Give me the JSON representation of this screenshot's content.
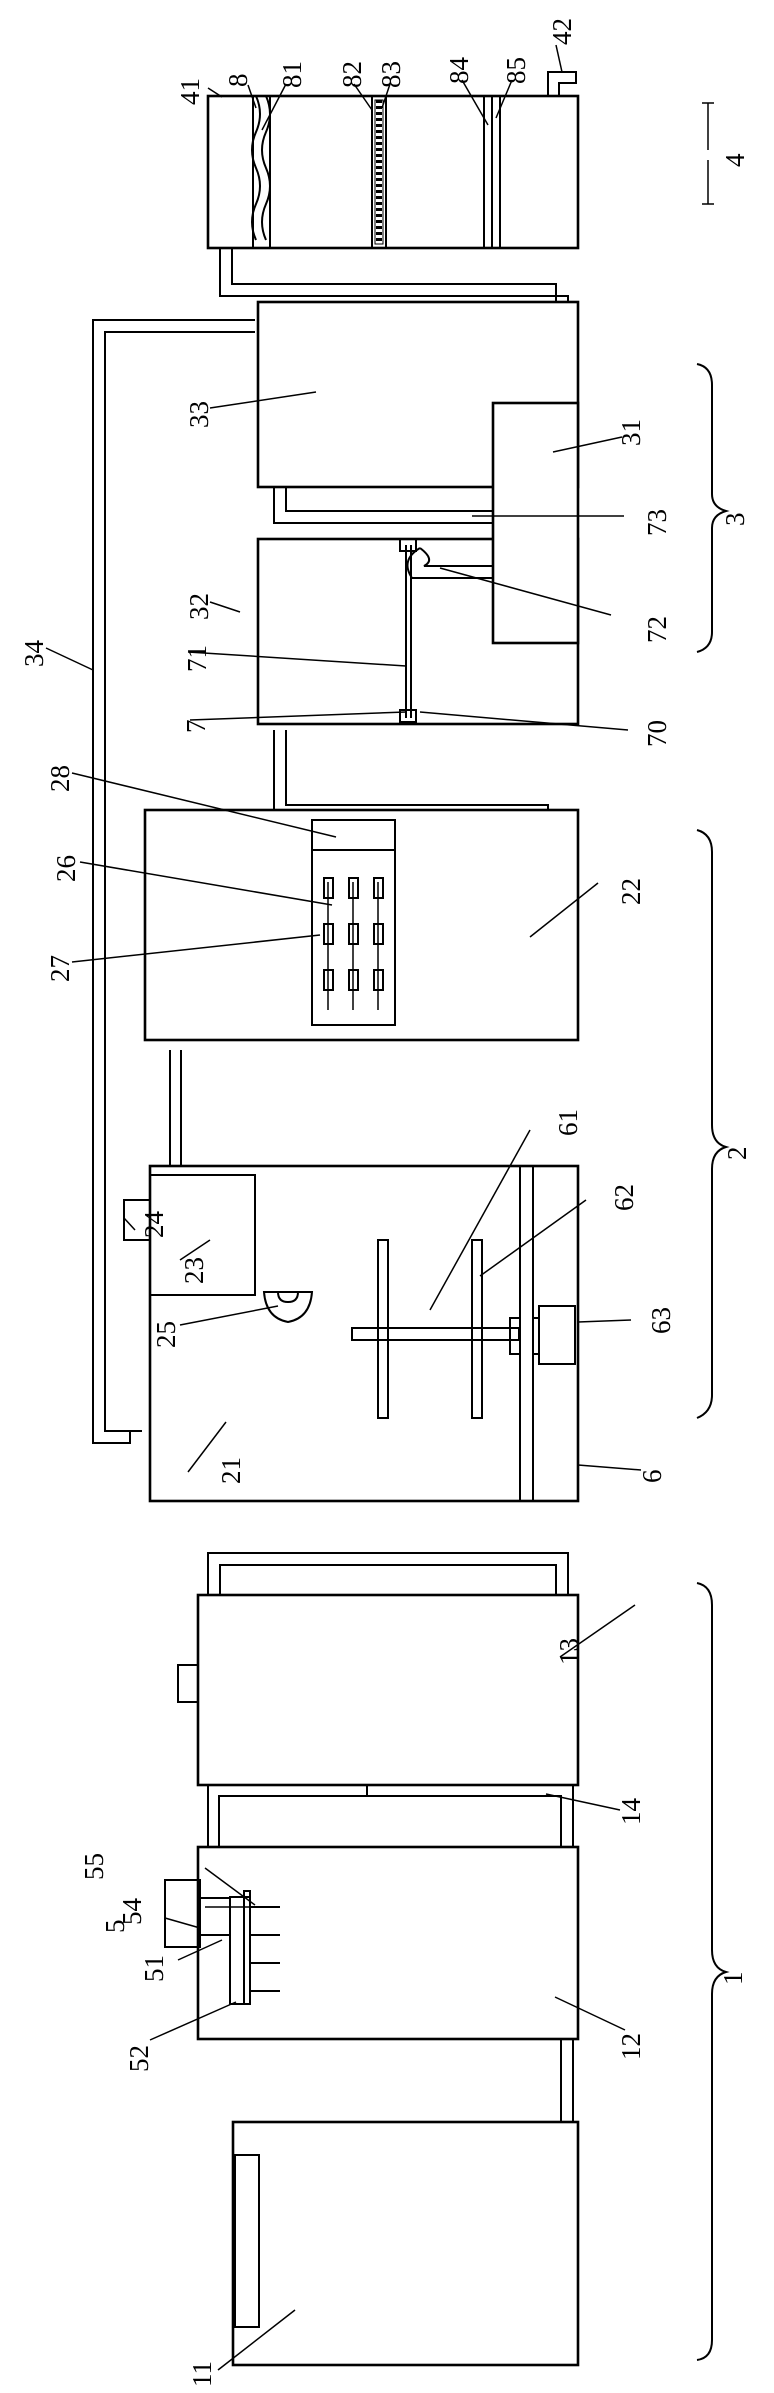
{
  "labels": {
    "l11": "11",
    "l12": "12",
    "l13": "13",
    "l14": "14",
    "l1": "1",
    "l5": "5",
    "l51": "51",
    "l52": "52",
    "l54": "54",
    "l55": "55",
    "l21": "21",
    "l6": "6",
    "l23": "23",
    "l24": "24",
    "l25": "25",
    "l61": "61",
    "l62": "62",
    "l63": "63",
    "l2": "2",
    "l22": "22",
    "l26": "26",
    "l27": "27",
    "l28": "28",
    "l34": "34",
    "l32": "32",
    "l7": "7",
    "l71": "71",
    "l70": "70",
    "l72": "72",
    "l73": "73",
    "l31": "31",
    "l33": "33",
    "l3": "3",
    "l41": "41",
    "l8": "8",
    "l81": "81",
    "l82": "82",
    "l83": "83",
    "l84": "84",
    "l85": "85",
    "l42": "42",
    "l4": "4"
  }
}
